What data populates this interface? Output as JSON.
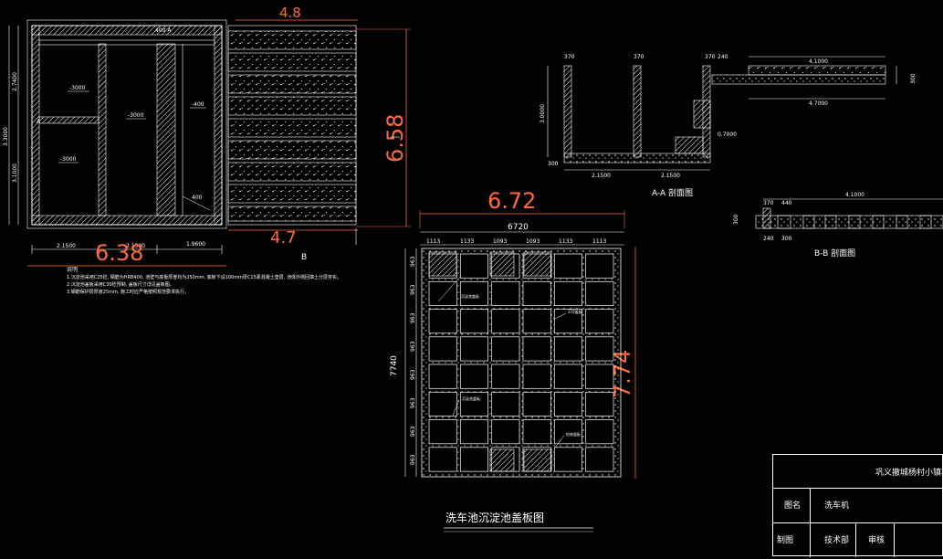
{
  "plan": {
    "dim_top_big": "4.8",
    "dim_right_big": "6.58",
    "dim_bottom_big": "4.7",
    "dim_bottom_left_big": "6.38",
    "section_label": "B",
    "elev_1": "-3000",
    "elev_2": "-3000",
    "elev_3": "-3000",
    "elev_4": "-400",
    "elev_5": "400",
    "left_dims": [
      "2.7400",
      "3.3000",
      "3.1000"
    ],
    "bottom_dims": [
      "2.1500",
      "2.1500",
      "1.9600"
    ],
    "top_mark": "400 A",
    "mark_a": "A"
  },
  "notes": [
    "说明",
    "1.沉淀池采用C25砼, 钢筋为HRB400, 池壁与底板厚度均为250mm, 底板下设100mm厚C15素混凝土垫层, 池体外侧回填土分层夯实。",
    "2.沉淀池盖板采用C30砼预制, 盖板尺寸详见盖板图。",
    "3.钢筋保护层厚度25mm, 施工时应严格按照规范要求执行。"
  ],
  "section_aa": {
    "caption": "A-A 剖面图",
    "dims": [
      "3.0000",
      "2.1500",
      "2.1500",
      "0.7000",
      "4.1000",
      "4.7000",
      "370",
      "370",
      "370",
      "240",
      "300",
      "300"
    ]
  },
  "section_bb": {
    "caption": "B-B 剖面图",
    "dims": [
      "4.1000",
      "370",
      "440",
      "240",
      "300",
      "300"
    ]
  },
  "cover": {
    "dim_big_top": "6.72",
    "dim_big_right": "7.74",
    "width_total": "6720",
    "height_total": "7740",
    "col_dims": [
      "1113",
      "1133",
      "1093",
      "1093",
      "1133",
      "1113"
    ],
    "row_dims": [
      "963",
      "963",
      "963",
      "963",
      "963",
      "963",
      "963",
      "963"
    ],
    "callouts": [
      "沉淀池盖板",
      "370盖板",
      "沉淀池盖板",
      "检修盖板"
    ],
    "title": "洗车池沉淀池盖板图"
  },
  "titleblock": {
    "project": "巩义撤城杨村小镇项目",
    "label_name": "图名",
    "drawing_name": "洗车机",
    "label_draw": "制图",
    "label_dept": "技术部",
    "label_review": "审核"
  }
}
